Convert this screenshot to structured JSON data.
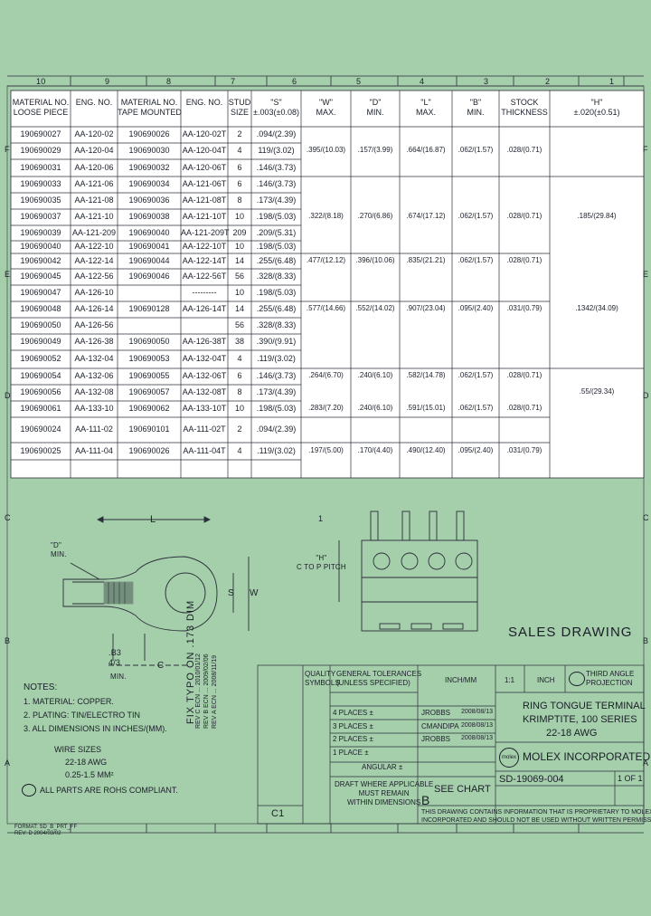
{
  "grid_cols": [
    "10",
    "9",
    "8",
    "7",
    "6",
    "5",
    "4",
    "3",
    "2",
    "1"
  ],
  "grid_rows": [
    "F",
    "E",
    "D",
    "C",
    "B",
    "A"
  ],
  "table": {
    "headers": [
      "MATERIAL NO.\nLOOSE PIECE",
      "ENG. NO.",
      "MATERIAL NO.\nTAPE MOUNTED",
      "ENG. NO.",
      "STUD\nSIZE",
      "\"S\"\n±.003(±0.08)",
      "\"W\"\nMAX.",
      "\"D\"\nMIN.",
      "\"L\"\nMAX.",
      "\"B\"\nMIN.",
      "STOCK\nTHICKNESS",
      "\"H\"\n±.020(±0.51)"
    ],
    "rows": [
      [
        "190690027",
        "AA-120-02",
        "190690026",
        "AA-120-02T",
        "2",
        ".094/(2.39)",
        "",
        "",
        "",
        "",
        "",
        ""
      ],
      [
        "190690029",
        "AA-120-04",
        "190690030",
        "AA-120-04T",
        "4",
        "119/(3.02)",
        ".395/(10.03)",
        ".157/(3.99)",
        ".664/(16.87)",
        ".062/(1.57)",
        ".028/(0.71)",
        ""
      ],
      [
        "190690031",
        "AA-120-06",
        "190690032",
        "AA-120-06T",
        "6",
        ".146/(3.73)",
        "",
        "",
        "",
        "",
        "",
        ""
      ],
      [
        "190690033",
        "AA-121-06",
        "190690034",
        "AA-121-06T",
        "6",
        ".146/(3.73)",
        "",
        "",
        "",
        "",
        "",
        ""
      ],
      [
        "190690035",
        "AA-121-08",
        "190690036",
        "AA-121-08T",
        "8",
        ".173/(4.39)",
        "",
        "",
        "",
        "",
        "",
        ""
      ],
      [
        "190690037",
        "AA-121-10",
        "190690038",
        "AA-121-10T",
        "10",
        ".198/(5.03)",
        ".322/(8.18)",
        ".270/(6.86)",
        ".674/(17.12)",
        ".062/(1.57)",
        ".028/(0.71)",
        ".185/(29.84)"
      ],
      [
        "190690039",
        "AA-121-209",
        "190690040",
        "AA-121-209T",
        "209",
        ".209/(5.31)",
        "",
        "",
        "",
        "",
        "",
        ""
      ],
      [
        "190690040",
        "AA-122-10",
        "190690041",
        "AA-122-10T",
        "10",
        ".198/(5.03)",
        "",
        "",
        "",
        "",
        "",
        ""
      ],
      [
        "190690042",
        "AA-122-14",
        "190690044",
        "AA-122-14T",
        "14",
        ".255/(6.48)",
        ".477/(12.12)",
        ".396/(10.06)",
        ".835/(21.21)",
        ".062/(1.57)",
        ".028/(0.71)",
        ""
      ],
      [
        "190690045",
        "AA-122-56",
        "190690046",
        "AA-122-56T",
        "56",
        ".328/(8.33)",
        "",
        "",
        "",
        "",
        "",
        ""
      ],
      [
        "190690047",
        "AA-126-10",
        "",
        "---------",
        "10",
        ".198/(5.03)",
        "",
        "",
        "",
        "",
        "",
        ""
      ],
      [
        "190690048",
        "AA-126-14",
        "190690128",
        "AA-126-14T",
        "14",
        ".255/(6.48)",
        ".577/(14.66)",
        ".552/(14.02)",
        ".907/(23.04)",
        ".095/(2.40)",
        ".031/(0.79)",
        ".1342/(34.09)"
      ],
      [
        "190690050",
        "AA-126-56",
        "",
        "",
        "56",
        ".328/(8.33)",
        "",
        "",
        "",
        "",
        "",
        ""
      ],
      [
        "190690049",
        "AA-126-38",
        "190690050",
        "AA-126-38T",
        "38",
        ".390/(9.91)",
        "",
        "",
        "",
        "",
        "",
        ""
      ],
      [
        "190690052",
        "AA-132-04",
        "190690053",
        "AA-132-04T",
        "4",
        ".119/(3.02)",
        "",
        "",
        "",
        "",
        "",
        ""
      ],
      [
        "190690054",
        "AA-132-06",
        "190690055",
        "AA-132-06T",
        "6",
        ".146/(3.73)",
        ".264/(6.70)",
        ".240/(6.10)",
        ".582/(14.78)",
        ".062/(1.57)",
        ".028/(0.71)",
        ""
      ],
      [
        "190690056",
        "AA-132-08",
        "190690057",
        "AA-132-08T",
        "8",
        ".173/(4.39)",
        "",
        "",
        "",
        "",
        "",
        ".55/(29.34)"
      ],
      [
        "190690061",
        "AA-133-10",
        "190690062",
        "AA-133-10T",
        "10",
        ".198/(5.03)",
        ".283/(7.20)",
        ".240/(6.10)",
        ".591/(15.01)",
        ".062/(1.57)",
        ".028/(0.71)",
        ""
      ],
      [
        "190690024",
        "AA-111-02",
        "190690101",
        "AA-111-02T",
        "2",
        ".094/(2.39)",
        "",
        "",
        "",
        "",
        "",
        ""
      ],
      [
        "190690025",
        "AA-111-04",
        "190690026",
        "AA-111-04T",
        "4",
        ".119/(3.02)",
        ".197/(5.00)",
        ".170/(4.40)",
        ".490/(12.40)",
        ".095/(2.40)",
        ".031/(0.79)",
        ""
      ]
    ]
  },
  "drawing": {
    "label_L": "L",
    "label_D": "\"D\"\nMIN.",
    "label_S": "S",
    "label_W": "W",
    "label_B": ".B3\n4/3",
    "label_C": "C",
    "label_min": "MIN.",
    "label_H": "\"H\"\nC TO P PITCH",
    "label_top": "1"
  },
  "notes": {
    "title": "NOTES:",
    "items": [
      "1. MATERIAL: COPPER.",
      "2. PLATING: TIN/ELECTRO TIN",
      "3. ALL DIMENSIONS IN INCHES/(MM)."
    ],
    "wire_title": "WIRE SIZES",
    "wire_awg": "22-18 AWG",
    "wire_mm": "0.25-1.5 MM²",
    "rohs": "ALL PARTS ARE ROHS COMPLIANT."
  },
  "sales_drawing": "SALES DRAWING",
  "fix_note": "FIX TYPO ON .173 DIM",
  "rev_letter": "C1",
  "revisions": [
    "REV C  ECN ...  2010/01/12",
    "REV B  ECN ...  2009/02/06",
    "REV A  ECN ...  2008/11/19"
  ],
  "title_block": {
    "quality_symbols": "QUALITY\nSYMBOLS",
    "general_tol": "GENERAL TOLERANCES\n(UNLESS SPECIFIED)",
    "dimension_style": "INCH/MM",
    "scale": "1:1",
    "units": "INCH",
    "projection": "THIRD ANGLE\nPROJECTION",
    "tol_rows": [
      "4 PLACES  ±",
      "3 PLACES  ±",
      "2 PLACES  ±",
      "1 PLACE   ±",
      "ANGULAR  ±"
    ],
    "draft_note": "DRAFT WHERE APPLICABLE\nMUST REMAIN\nWITHIN DIMENSIONS",
    "title_lines": [
      "RING TONGUE TERMINAL",
      "KRIMPTITE, 100 SERIES",
      "22-18 AWG"
    ],
    "company": "MOLEX INCORPORATED",
    "doc_number": "SD-19069-004",
    "sheet": "1 OF 1",
    "see_chart": "SEE CHART",
    "size": "B",
    "drawn_by": "JROBBS",
    "checked_by": "CMANDIPA",
    "approved_by": "JROBBS",
    "date1": "2008/08/13",
    "date2": "2008/08/13",
    "date3": "2008/08/13",
    "proprietary": "THIS DRAWING CONTAINS INFORMATION THAT IS PROPRIETARY TO MOLEX\nINCORPORATED AND SHOULD NOT BE USED WITHOUT WRITTEN PERMISSION",
    "format": "FORMAT: SD_B_PRT_FF\nREV: D 2004/03/02"
  },
  "colors": {
    "background": "#a5ceaa",
    "ink": "#1a1f2a",
    "table_bg": "#ffffff"
  }
}
